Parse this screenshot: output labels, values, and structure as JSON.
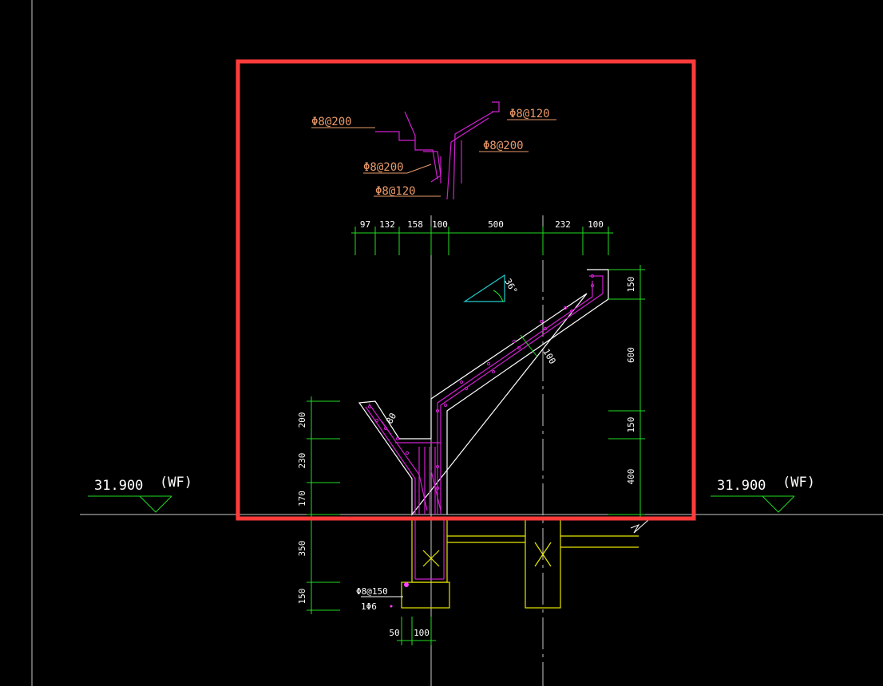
{
  "colors": {
    "background": "#000000",
    "highlight_box": "#ff3b3b",
    "concrete_outline": "#ffffff",
    "rebar": "#d020d0",
    "dimension": "#22dd22",
    "dimension_text": "#ffffff",
    "annotation_text": "#e89a6a",
    "axis_line": "#c8c8c8",
    "foundation_beam": "#e6e600",
    "angle_symbol": "#22cccc",
    "level_mark": "#22dd22"
  },
  "rebar_labels": {
    "top_left": "Φ8@200",
    "top_right": "Φ8@120",
    "mid_right": "Φ8@200",
    "mid_left": "Φ8@200",
    "bottom": "Φ8@120",
    "footing_stirrup": "Φ8@150",
    "footing_bar": "1Φ6"
  },
  "top_dimensions": [
    "97",
    "132",
    "158",
    "100",
    "500",
    "232",
    "100"
  ],
  "right_dimensions": [
    "150",
    "600",
    "150",
    "400"
  ],
  "left_dimensions": [
    "200",
    "230",
    "170",
    "350",
    "150"
  ],
  "bottom_dimensions": [
    "50",
    "100"
  ],
  "slab_thickness_labels": {
    "main": "100",
    "left": "80"
  },
  "slope_angle": "36°",
  "levels": {
    "left": {
      "value": "31.900",
      "tag": "(WF)"
    },
    "right": {
      "value": "31.900",
      "tag": "(WF)"
    }
  }
}
